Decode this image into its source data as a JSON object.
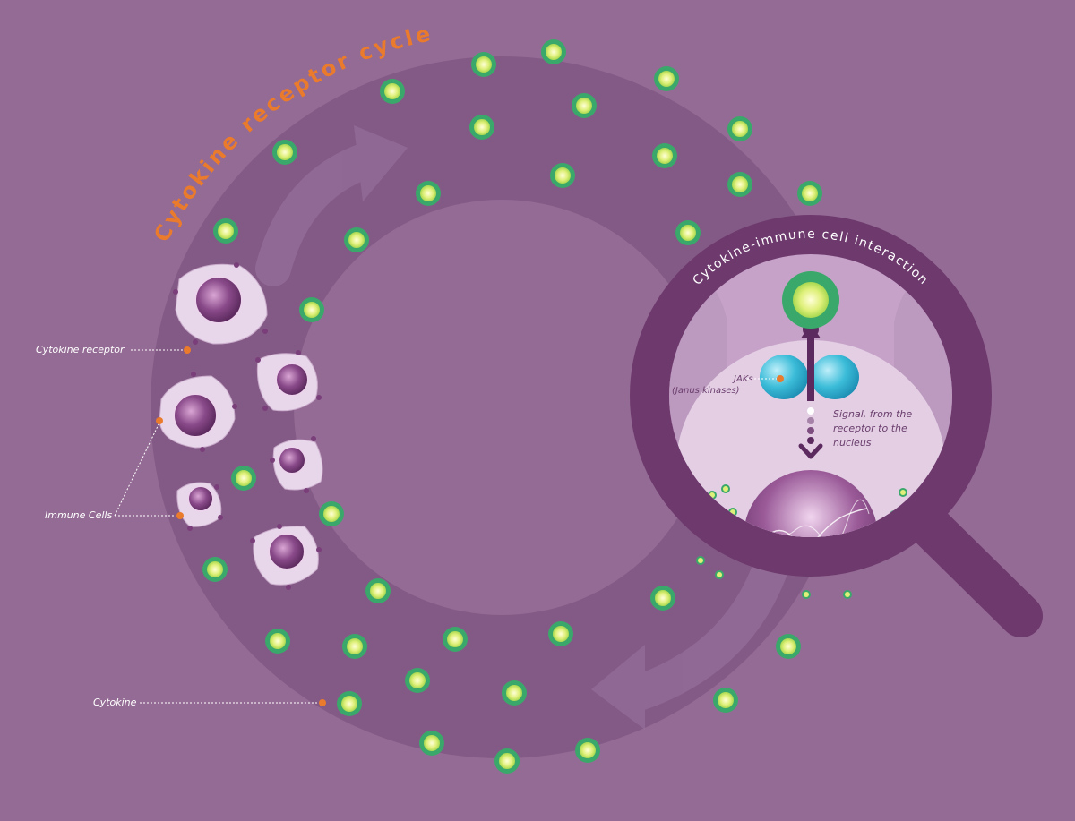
{
  "title_cycle": "Cytokine receptor cycle",
  "title_interaction": "Cytokine-immune cell interaction",
  "labels": {
    "cytokine_receptor": "Cytokine receptor",
    "immune_cells": "Immune Cells",
    "cytokine": "Cytokine",
    "jaks_line1": "JAKs",
    "jaks_line2": "(Janus kinases)",
    "signal_line1": "Signal, from the",
    "signal_line2": "receptor to the",
    "signal_line3": "nucleus"
  },
  "colors": {
    "background": "#946b94",
    "ring": "#835a85",
    "accent_orange": "#ea7a2c",
    "cytokine_green": "#3aa86a",
    "cytokine_core": "#eaf3a0",
    "jak_blue": "#3bbcd8",
    "magnifier": "#6e3a6e"
  }
}
